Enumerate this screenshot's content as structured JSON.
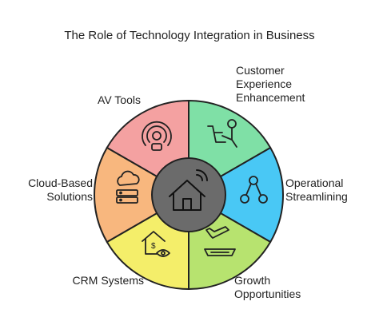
{
  "title": "The Role of Technology Integration in Business",
  "segments": [
    {
      "label": "AV Tools",
      "color": "#f4a1a1",
      "icon": "podcast-icon"
    },
    {
      "label": "Customer\nExperience\nEnhancement",
      "color": "#7fe0a6",
      "icon": "customer-service-icon"
    },
    {
      "label": "Operational\nStreamlining",
      "color": "#49c8f5",
      "icon": "workflow-nodes-icon"
    },
    {
      "label": "Growth\nOpportunities",
      "color": "#b7e36f",
      "icon": "airplane-takeoff-icon"
    },
    {
      "label": "CRM Systems",
      "color": "#f4ee6a",
      "icon": "house-dollar-eye-icon"
    },
    {
      "label": "Cloud-Based\nSolutions",
      "color": "#f8b77e",
      "icon": "cloud-server-icon"
    }
  ],
  "center": {
    "icon": "smart-home-icon",
    "color": "#6b6b6b"
  }
}
